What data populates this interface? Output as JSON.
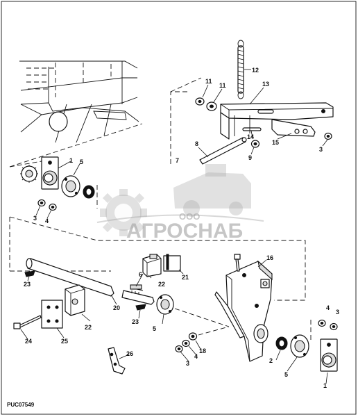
{
  "diagram_code": "PUC07549",
  "watermark": {
    "company": "ООО",
    "brand": "АГРОСНАБ"
  },
  "callouts": {
    "c1a": "1",
    "c1b": "1",
    "c2": "2",
    "c3a": "3",
    "c3b": "3",
    "c3c": "3",
    "c3d": "3",
    "c4a": "4",
    "c4b": "4",
    "c4c": "4",
    "c5a": "5",
    "c5b": "5",
    "c5c": "5",
    "c6": "6",
    "c7": "7",
    "c8": "8",
    "c9": "9",
    "c11a": "11",
    "c11b": "11",
    "c12": "12",
    "c13": "13",
    "c14": "14",
    "c15": "15",
    "c16": "16",
    "c18": "18",
    "c20": "20",
    "c21": "21",
    "c22a": "22",
    "c22b": "22",
    "c23a": "23",
    "c23b": "23",
    "c24": "24",
    "c25": "25",
    "c26": "26"
  }
}
